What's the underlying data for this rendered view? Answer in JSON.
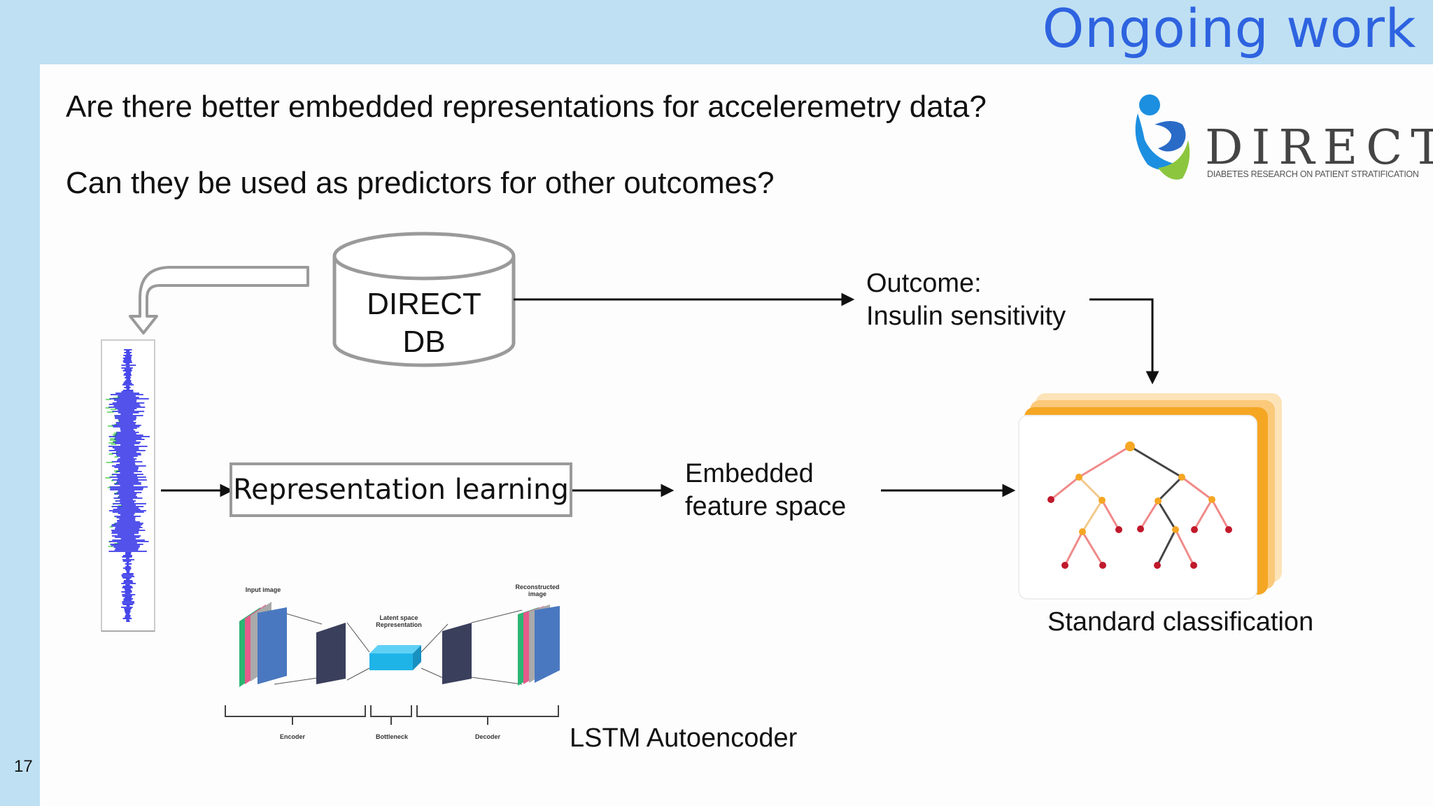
{
  "slide": {
    "title": "Ongoing work",
    "number": "17"
  },
  "questions": [
    "Are there better embedded representations for acceleremetry data?",
    "Can they be used as predictors for other outcomes?"
  ],
  "logo": {
    "name": "DIRECT",
    "subtitle": "DIABETES RESEARCH ON PATIENT STRATIFICATION"
  },
  "diagram": {
    "database": [
      "DIRECT",
      "DB"
    ],
    "outcome": [
      "Outcome:",
      "Insulin sensitivity"
    ],
    "representation_learning": "Representation learning",
    "embedded": [
      "Embedded",
      "feature space"
    ],
    "standard_classification": "Standard classification",
    "lstm_caption": "LSTM Autoencoder",
    "autoencoder_labels": {
      "input": "Input image",
      "latent": "Latent space Representation",
      "reconstructed": "Reconstructed image",
      "encoder": "Encoder",
      "bottleneck": "Bottleneck",
      "decoder": "Decoder"
    }
  },
  "colors": {
    "accent_title": "#2e63e0",
    "side_bar": "#bfe0f3",
    "signal_blue": "#1a1ae6",
    "signal_green": "#44cc44",
    "tree_red": "#c0192b",
    "tree_orange": "#f5a623"
  }
}
